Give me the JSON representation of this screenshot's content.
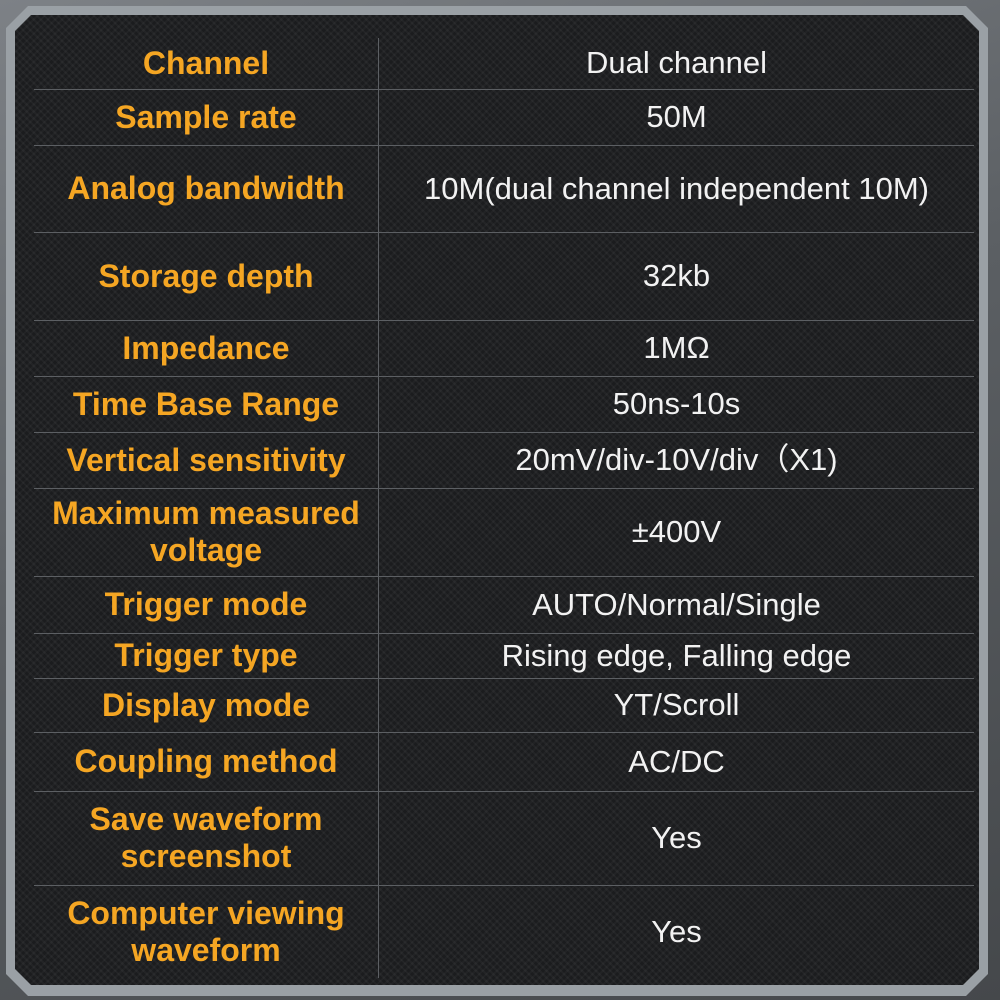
{
  "accent_color": "#f5a623",
  "value_color": "#f2f2f2",
  "specs": [
    {
      "label": "Channel",
      "value": "Dual channel"
    },
    {
      "label": "Sample rate",
      "value": "50M"
    },
    {
      "label": "Analog bandwidth",
      "value": "10M(dual channel independent 10M)"
    },
    {
      "label": "Storage depth",
      "value": "32kb"
    },
    {
      "label": "Impedance",
      "value": "1MΩ"
    },
    {
      "label": "Time Base Range",
      "value": "50ns-10s"
    },
    {
      "label": "Vertical sensitivity",
      "value": "20mV/div-10V/div（X1)"
    },
    {
      "label": "Maximum measured voltage",
      "value": "±400V"
    },
    {
      "label": "Trigger mode",
      "value": "AUTO/Normal/Single"
    },
    {
      "label": "Trigger type",
      "value": "Rising edge, Falling edge"
    },
    {
      "label": "Display mode",
      "value": "YT/Scroll"
    },
    {
      "label": "Coupling method",
      "value": "AC/DC"
    },
    {
      "label": "Save waveform screenshot",
      "value": "Yes"
    },
    {
      "label": "Computer viewing waveform",
      "value": "Yes"
    }
  ]
}
